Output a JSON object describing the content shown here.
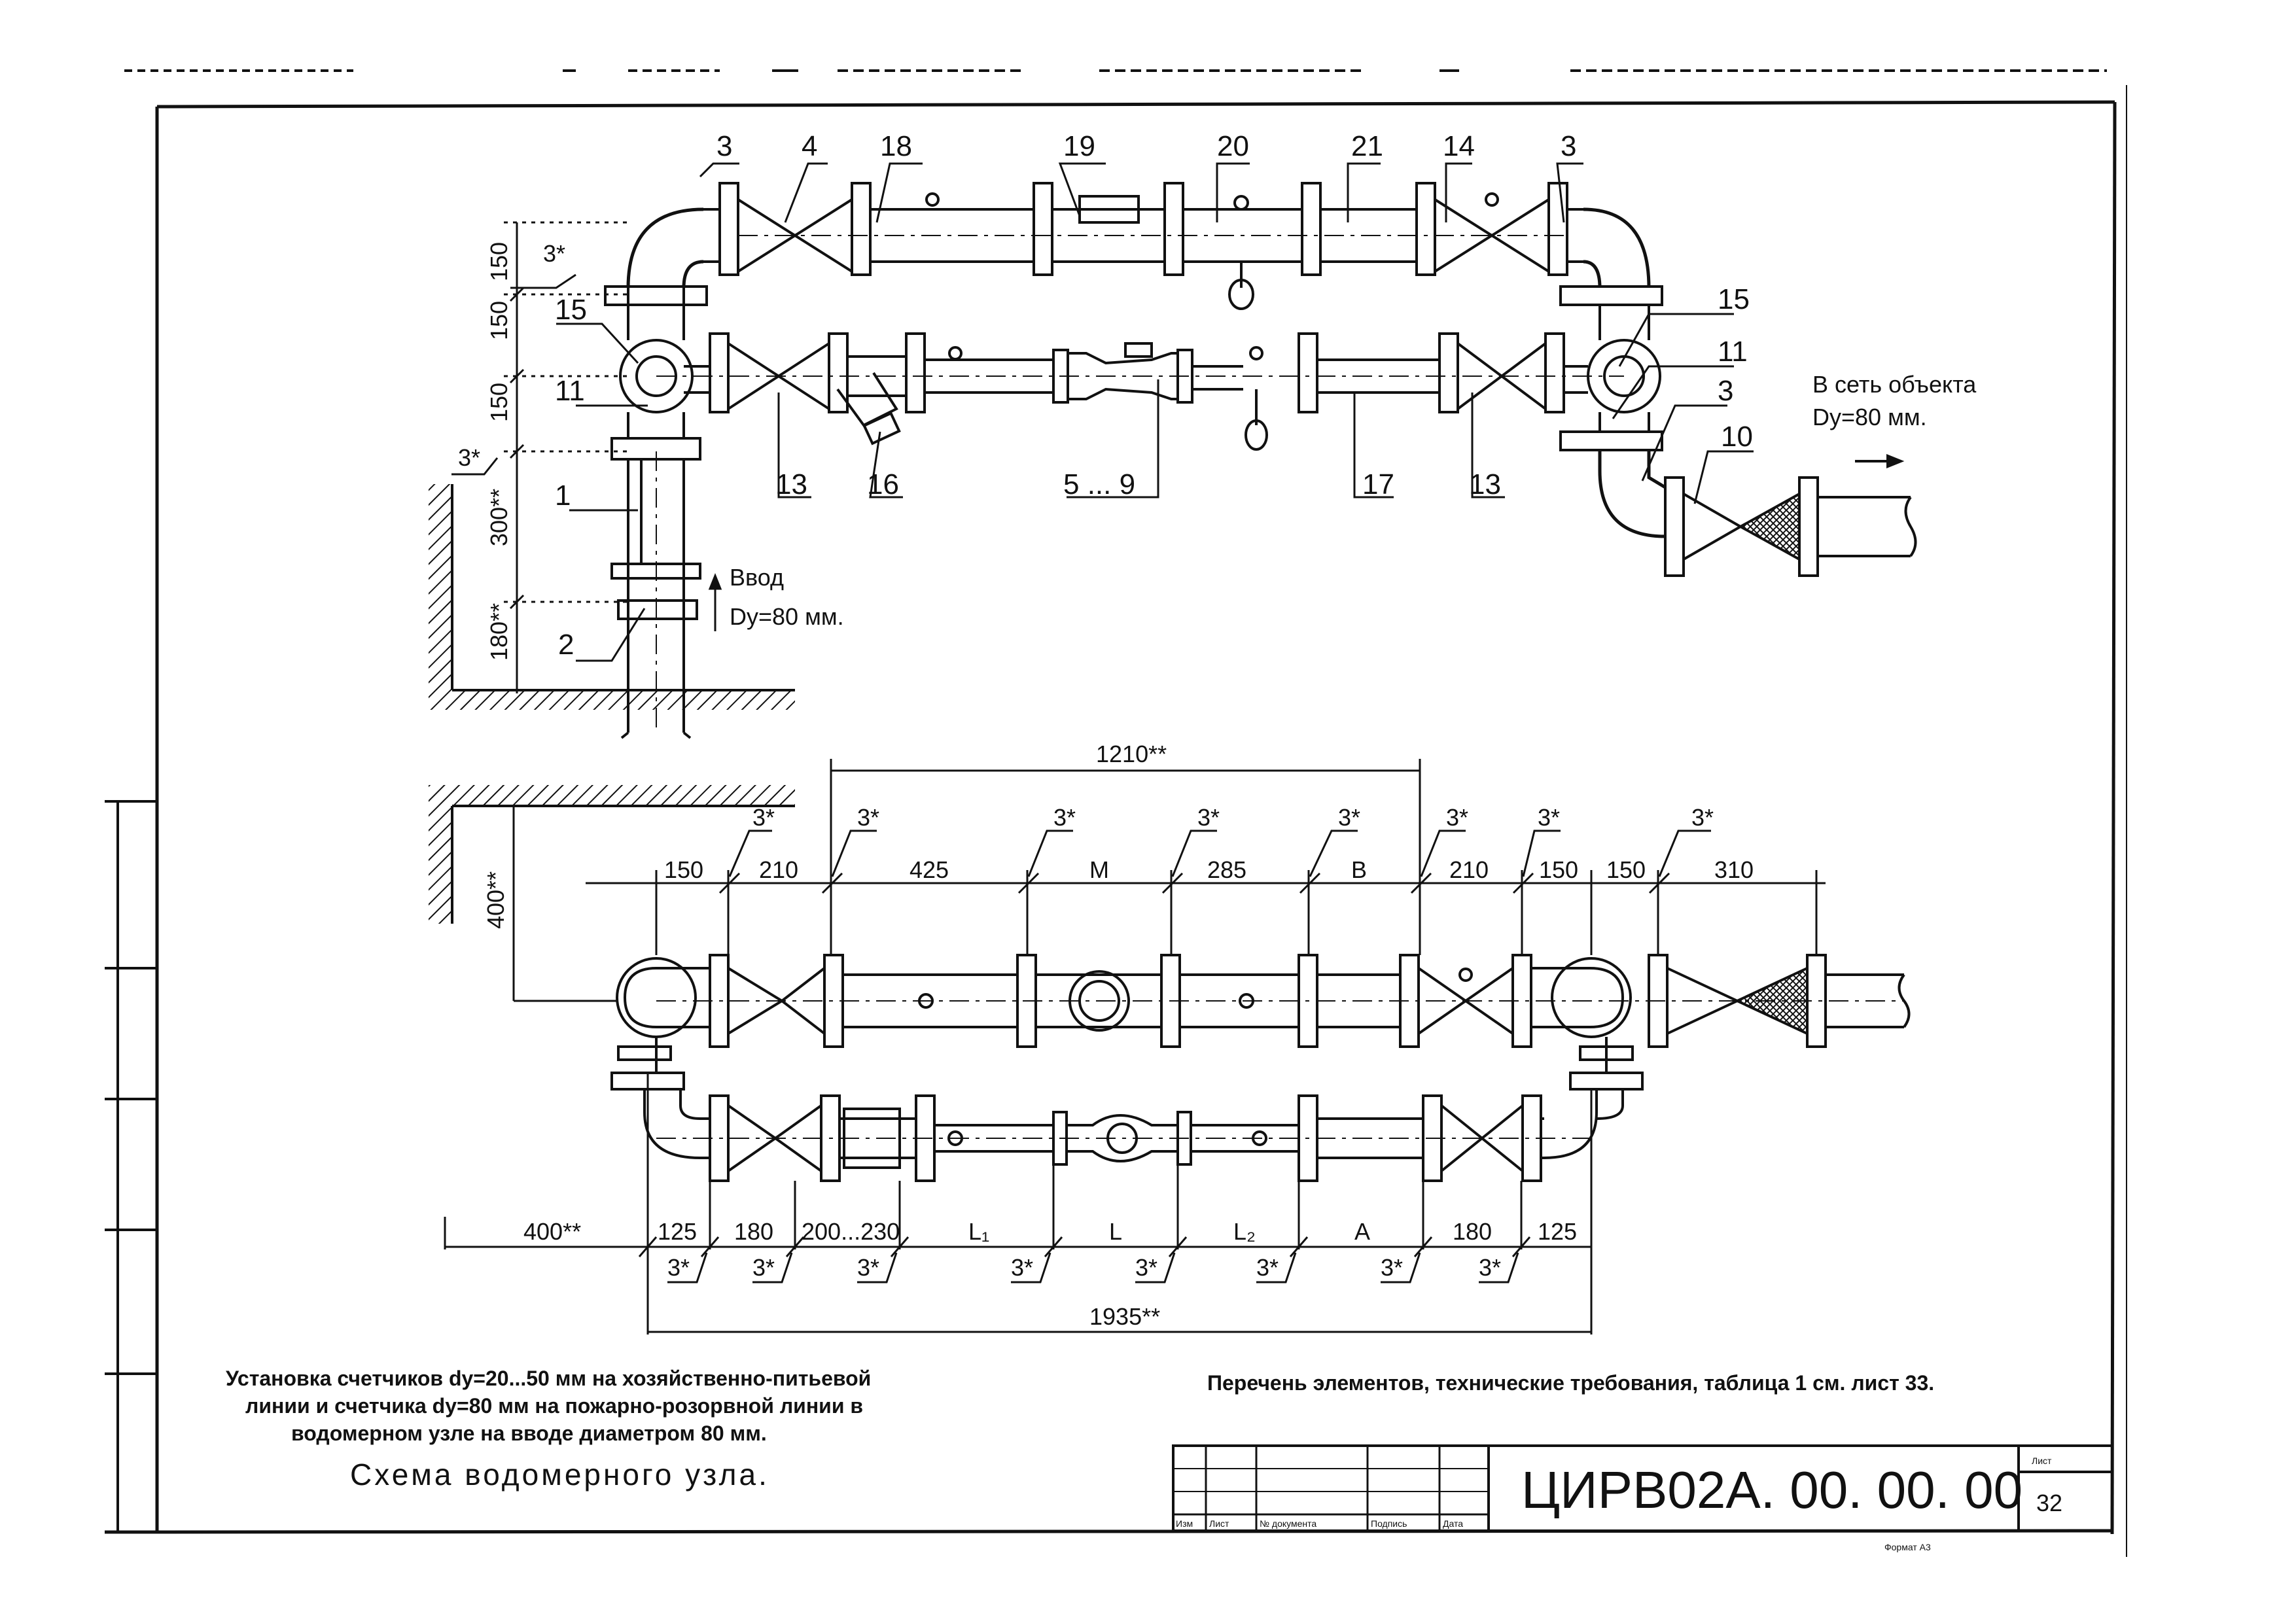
{
  "sheet": {
    "drawing_code": "ЦИРВ02А. 00. 00. 00",
    "sheet_label": "Лист",
    "sheet_number": "32",
    "format_note": "Формат А3",
    "title_headers": [
      "Изм",
      "Лист",
      "№ документа",
      "Подпись",
      "Дата"
    ]
  },
  "texts": {
    "title": "Схема водомерного узла.",
    "description": [
      "Установка счетчиков dy=20...50 мм на хозяйственно-питьевой",
      "линии и счетчика dy=80 мм на пожарно-розорвной линии в",
      "водомерном узле на вводе диаметром 80 мм."
    ],
    "reference": "Перечень элементов, технические требования, таблица 1 см. лист 33.",
    "inlet": [
      "Ввод",
      "Dy=80 мм."
    ],
    "outlet": [
      "В сеть объекта",
      "Dy=80 мм."
    ]
  },
  "plan": {
    "top_labels": [
      "3",
      "4",
      "18",
      "19",
      "20",
      "21",
      "14",
      "3"
    ],
    "bottom_labels": [
      "13",
      "16",
      "5 ... 9",
      "17",
      "13"
    ],
    "left_labels": [
      "15",
      "11",
      "1",
      "2"
    ],
    "right_labels": [
      "15",
      "11",
      "3",
      "10"
    ],
    "vertical_dims": [
      "150",
      "150",
      "150",
      "300**",
      "180**"
    ],
    "angle_marks": [
      "3*",
      "3*"
    ]
  },
  "elevation": {
    "top_dims": [
      "150",
      "210",
      "425",
      "M",
      "285",
      "B",
      "210",
      "150",
      "150",
      "310"
    ],
    "bottom_dims": [
      "400**",
      "125",
      "180",
      "200...230",
      "L₁",
      "L",
      "L₂",
      "A",
      "180",
      "125"
    ],
    "overall_top": "1210**",
    "overall_bottom": "1935**",
    "wall_dim": "400**",
    "angle_marks": [
      "3*"
    ]
  }
}
